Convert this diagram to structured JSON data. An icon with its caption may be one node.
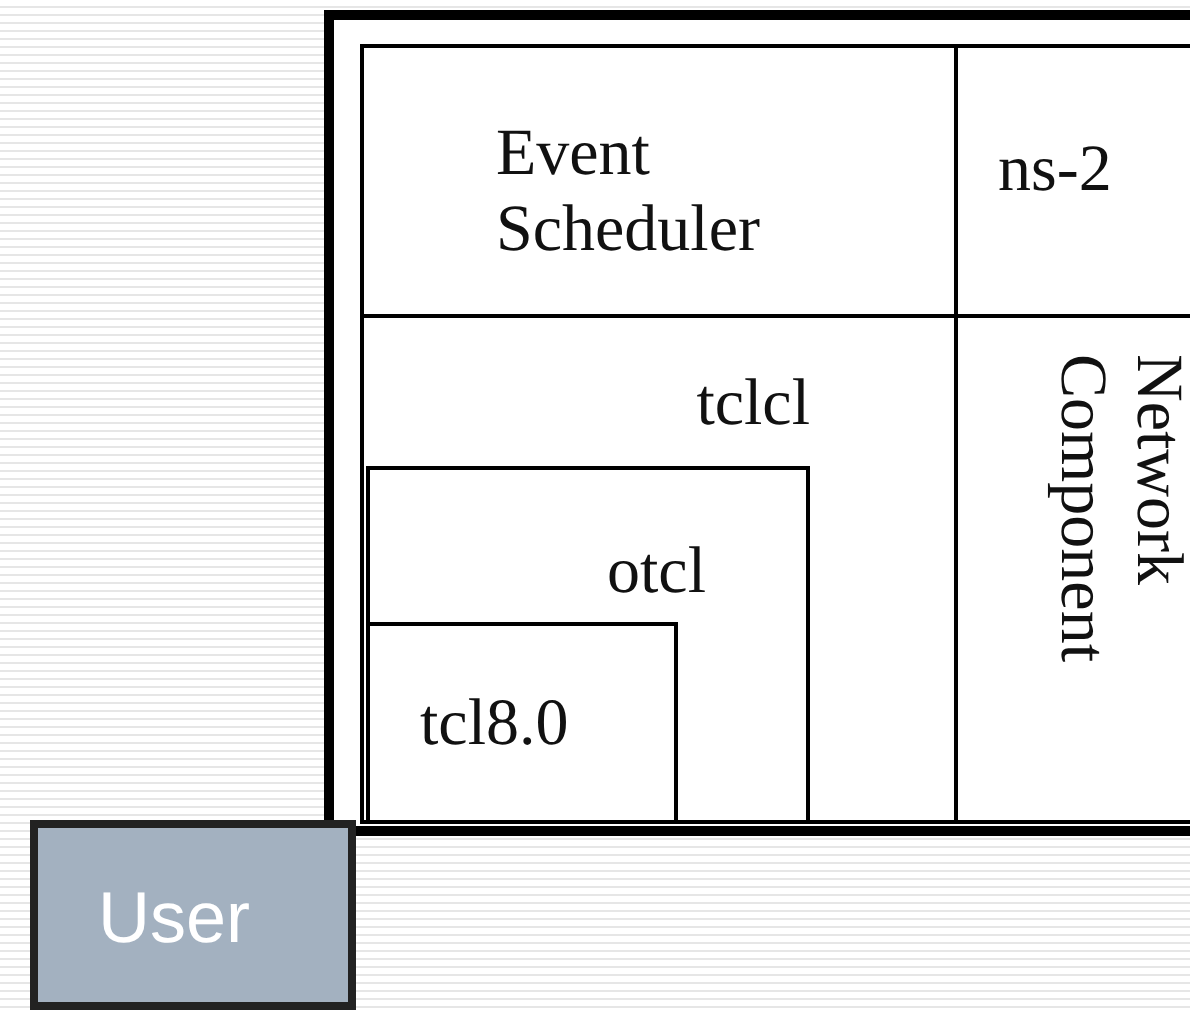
{
  "diagram": {
    "nodes": [
      {
        "text": [
          "Event Scheduler"
        ]
      },
      {
        "text": [
          "ns-2"
        ]
      },
      {
        "text": [
          "tclcl"
        ]
      },
      {
        "text": [
          "otcl"
        ],
        "in": 2
      },
      {
        "text": [
          "tcl8.0"
        ],
        "in": 3
      },
      {
        "text": [
          "Network Component"
        ]
      },
      {
        "text": [
          "User"
        ]
      }
    ]
  }
}
